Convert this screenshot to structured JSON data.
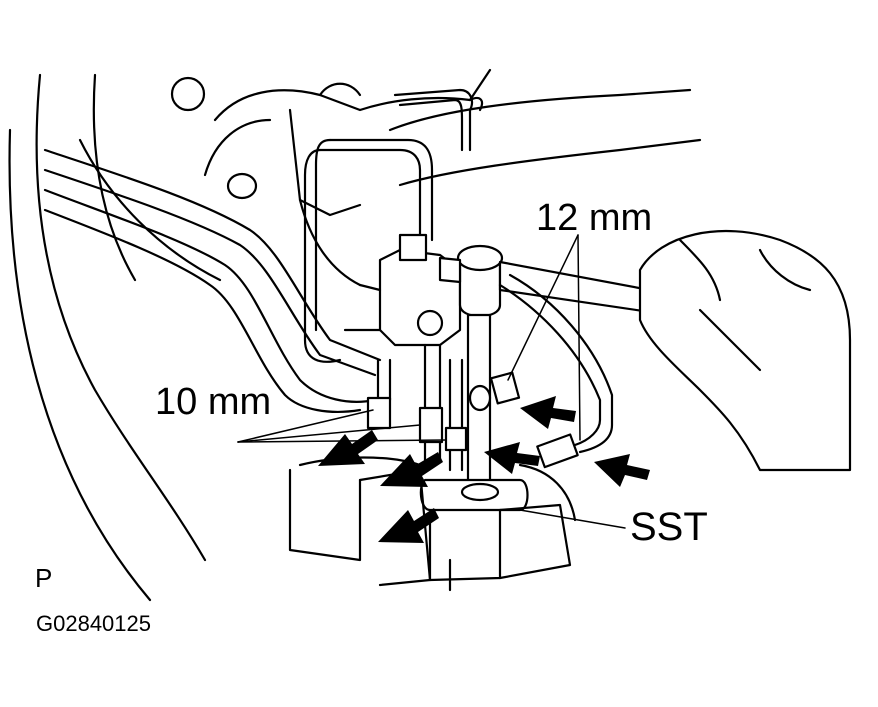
{
  "labels": {
    "wrench_12": "12 mm",
    "wrench_10": "10 mm",
    "tool": "SST",
    "view": "P",
    "figure_code": "G02840125"
  },
  "colors": {
    "ink": "#000000",
    "paper": "#ffffff"
  }
}
